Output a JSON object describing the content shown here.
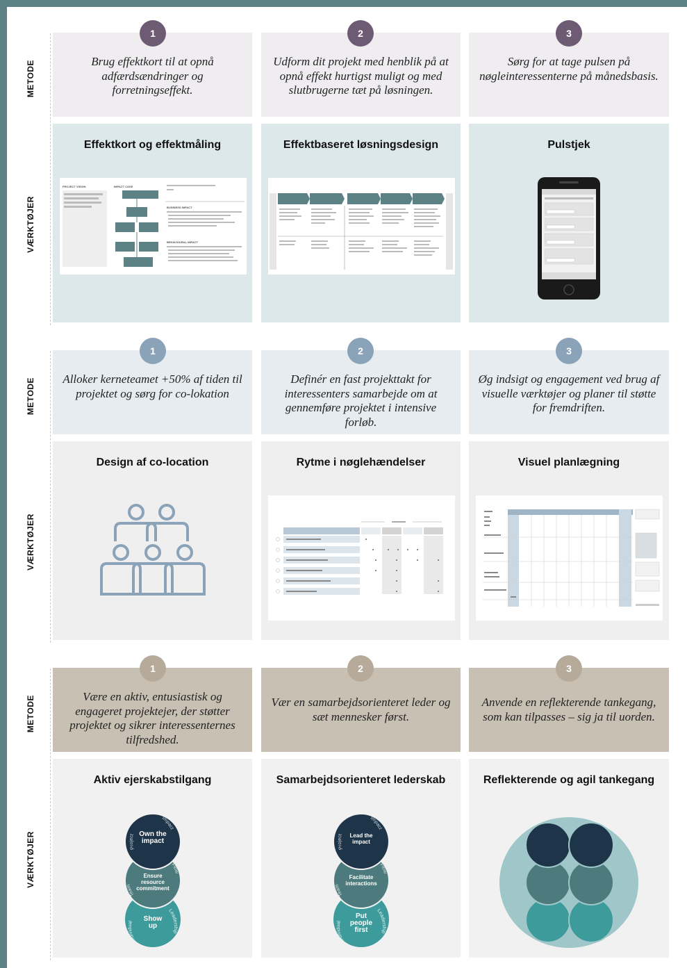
{
  "section1": {
    "metode_label": "METODE",
    "tools_label": "VÆRKTØJER",
    "columns": [
      {
        "num": "1",
        "method": "Brug effektkort til at opnå adfærdsændringer og forretningseffekt.",
        "tool_title": "Effektkort og effektmåling"
      },
      {
        "num": "2",
        "method": "Udform dit projekt med henblik på at opnå effekt hurtigst muligt og med slutbrugerne tæt på løsningen.",
        "tool_title": "Effektbaseret løsningsdesign"
      },
      {
        "num": "3",
        "method": "Sørg for at tage pulsen på nøgleinteressenterne på månedsbasis.",
        "tool_title": "Pulstjek"
      }
    ]
  },
  "section2": {
    "metode_label": "METODE",
    "tools_label": "VÆRKTØJER",
    "columns": [
      {
        "num": "1",
        "method": "Alloker kerneteamet +50% af tiden til projektet og sørg for co-lokation",
        "tool_title": "Design af co-location"
      },
      {
        "num": "2",
        "method": "Definér en fast projekttakt for interessenters samarbejde om at gennemføre projektet i intensive forløb.",
        "tool_title": "Rytme i nøglehændelser"
      },
      {
        "num": "3",
        "method": "Øg indsigt og engagement ved brug af visuelle værktøjer og planer til støtte for fremdriften.",
        "tool_title": "Visuel planlægning"
      }
    ]
  },
  "section3": {
    "metode_label": "METODE",
    "tools_label": "VÆRKTØJER",
    "columns": [
      {
        "num": "1",
        "method": "Være en aktiv, entusiastisk og engageret projektejer, der støtter projektet og sikrer interessenternes tilfredshed.",
        "tool_title": "Aktiv ejerskabstilgang"
      },
      {
        "num": "2",
        "method": "Vær en samarbejdsorienteret leder og sæt mennesker først.",
        "tool_title": "Samarbejdsorienteret lederskab"
      },
      {
        "num": "3",
        "method": "Anvende en reflekterende tankegang, som kan tilpasses – sig ja til uorden.",
        "tool_title": "Reflekterende og agil tankegang"
      }
    ]
  },
  "effektkort": {
    "project_vision": "PROJECT VISION",
    "impact_case": "IMPACT CASE",
    "business_impact": "BUSINESS IMPACT",
    "behavioural_impact": "BEHAVIOURAL IMPACT"
  },
  "circles_a": {
    "top": "Own the impact",
    "mid": "Ensure resource commitment",
    "bot": "Show up",
    "arc_top_left": "Project",
    "arc_top_right": "Impact",
    "arc_mid_left": "Team",
    "arc_mid_right": "Flow",
    "arc_bot_left": "Individual",
    "arc_bot_right": "Leadership"
  },
  "circles_b": {
    "top": "Lead the impact",
    "mid": "Facilitate interactions",
    "bot": "Put people first",
    "arc_top_left": "Project",
    "arc_top_right": "Impact",
    "arc_mid_left": "Team",
    "arc_mid_right": "Flow",
    "arc_bot_left": "Individual",
    "arc_bot_right": "Leadership"
  },
  "colors": {
    "frame": "#5c8286",
    "sec1_num": "#6d5a73",
    "sec1_method_bg": "#efedf0",
    "sec1_tools_bg": "#dce8ea",
    "sec2_num": "#8aa3b8",
    "sec2_method_bg": "#e6ecef",
    "sec2_tools_bg": "#efefef",
    "sec3_num": "#b6ab9a",
    "sec3_method_bg": "#c8c0b3",
    "sec3_tools_bg": "#f1f1f1",
    "dark_navy": "#1e3448",
    "mid_teal": "#4d7a7c",
    "bright_teal": "#3d9b9b"
  }
}
